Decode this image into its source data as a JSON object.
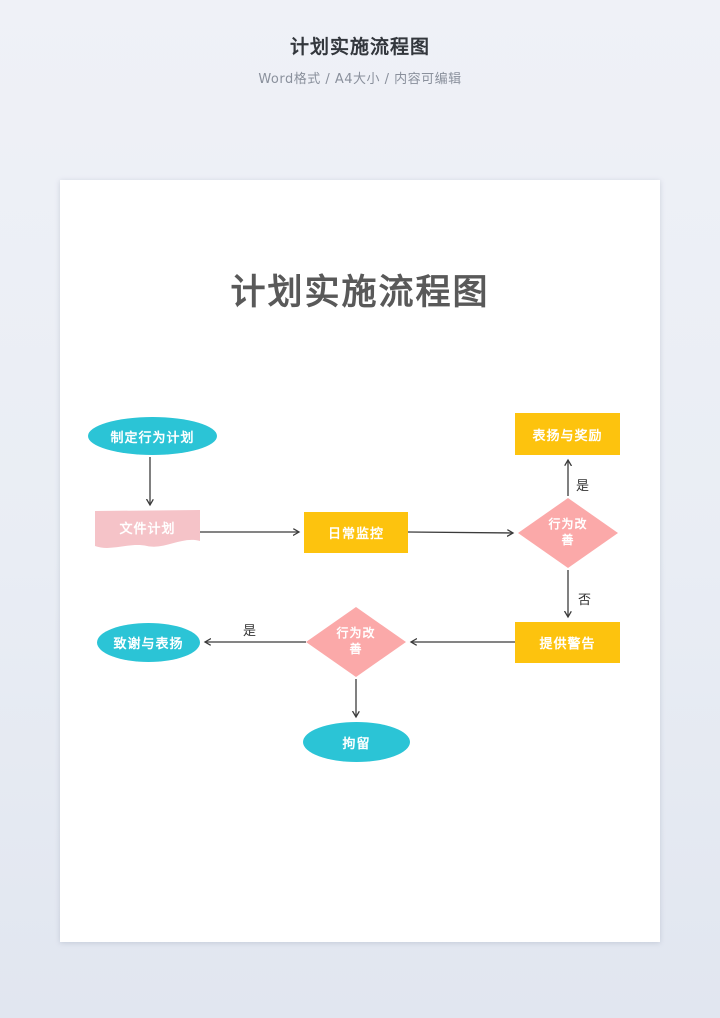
{
  "header": {
    "title": "计划实施流程图",
    "subtitle": "Word格式 / A4大小 / 内容可编辑"
  },
  "page": {
    "title": "计划实施流程图"
  },
  "flowchart": {
    "nodes": [
      {
        "id": "start",
        "type": "ellipse",
        "label": "制定行为计划",
        "color": "#2bc4d6"
      },
      {
        "id": "doc",
        "type": "document",
        "label": "文件计划",
        "color": "#f5c3c8"
      },
      {
        "id": "monitor",
        "type": "rect",
        "label": "日常监控",
        "color": "#fdc30e"
      },
      {
        "id": "reward",
        "type": "rect",
        "label": "表扬与奖励",
        "color": "#fdc30e"
      },
      {
        "id": "decision1",
        "type": "diamond",
        "label": "行为改善",
        "color": "#fba9a9"
      },
      {
        "id": "warning",
        "type": "rect",
        "label": "提供警告",
        "color": "#fdc30e"
      },
      {
        "id": "decision2",
        "type": "diamond",
        "label": "行为改善",
        "color": "#fba9a9"
      },
      {
        "id": "thanks",
        "type": "ellipse",
        "label": "致谢与表扬",
        "color": "#2bc4d6"
      },
      {
        "id": "detain",
        "type": "ellipse",
        "label": "拘留",
        "color": "#2bc4d6"
      }
    ],
    "edge_labels": {
      "yes_right": "是",
      "no": "否",
      "yes_left": "是"
    }
  },
  "colors": {
    "teal": "#2bc4d6",
    "yellow": "#fdc30e",
    "pink": "#fba9a9",
    "light_pink": "#f5c3c8",
    "arrow": "#3b3b3b",
    "page_background": "#ffffff",
    "screen_background_top": "#eff1f7",
    "screen_background_bottom": "#e1e6f0",
    "doc_title_text": "#595959"
  }
}
